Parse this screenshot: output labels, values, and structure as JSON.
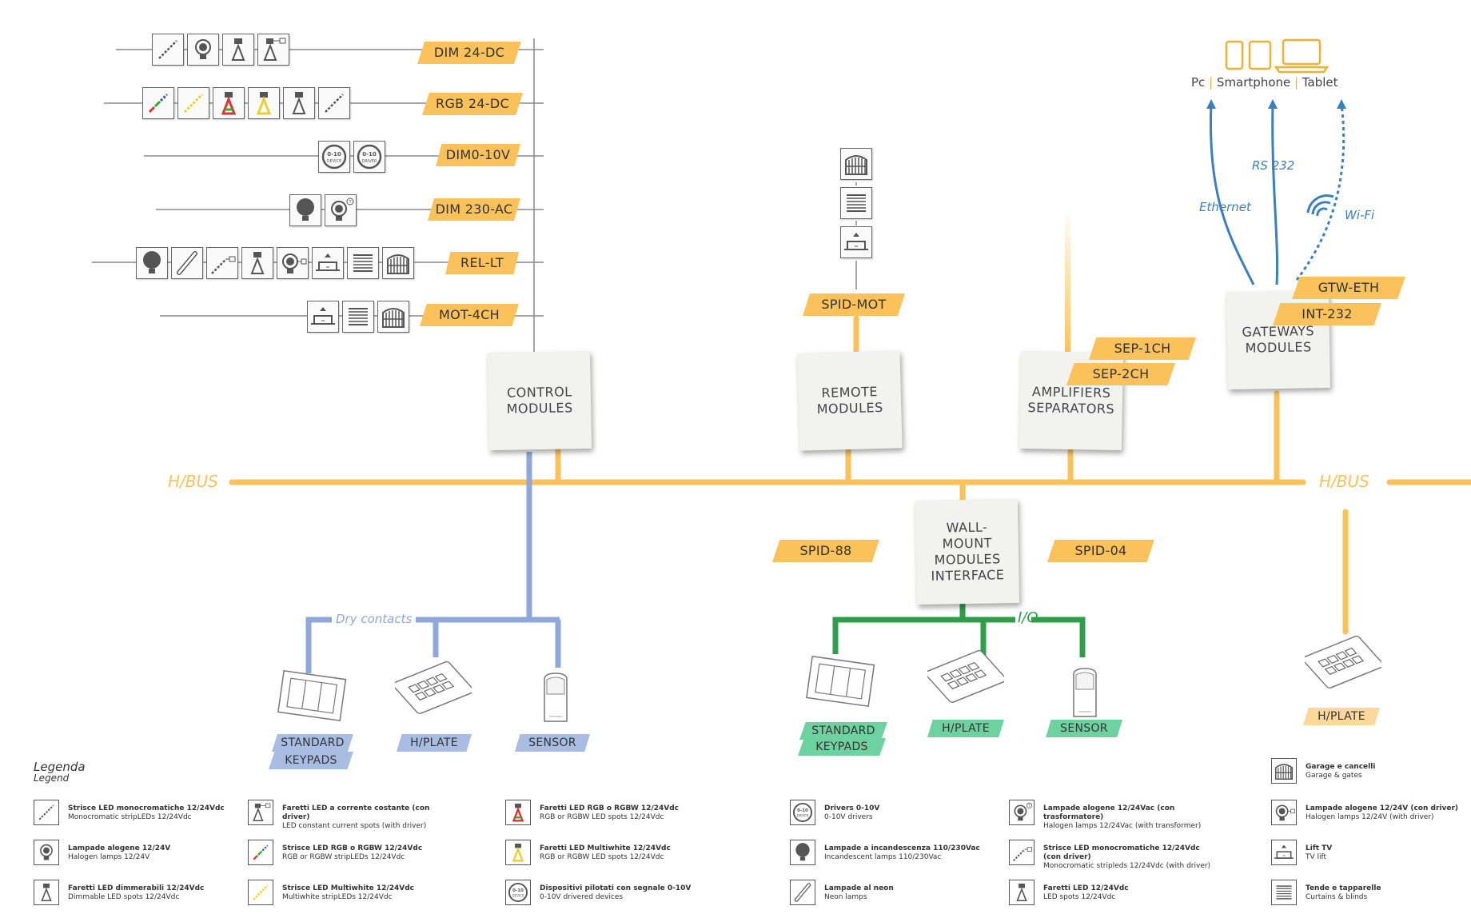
{
  "colors": {
    "hbus": "#fbc25c",
    "dry_contacts": "#8fa8d9",
    "io": "#2f9e4a",
    "network": "#3a7fc0",
    "grey_line": "#8a8a8a"
  },
  "bus": {
    "left_label": "H/BUS",
    "right_label": "H/BUS"
  },
  "control_outputs": [
    {
      "label": "DIM 24-DC",
      "icons": [
        "led-strip-icon",
        "halogen-lamp-icon",
        "dimmable-spot-icon",
        "led-constant-spot-icon"
      ]
    },
    {
      "label": "RGB 24-DC",
      "icons": [
        "rgb-strip-icon",
        "multiwhite-strip-icon",
        "rgb-spot-icon",
        "multiwhite-spot-icon",
        "dimmable-spot-icon",
        "led-strip-icon"
      ]
    },
    {
      "label": "DIM0-10V",
      "icons": [
        "device-0-10-icon",
        "driver-0-10-icon"
      ]
    },
    {
      "label": "DIM 230-AC",
      "icons": [
        "incandescent-lamp-icon",
        "halogen-transformer-icon"
      ]
    },
    {
      "label": "REL-LT",
      "icons": [
        "incandescent-lamp-icon",
        "neon-lamp-icon",
        "led-strip-driver-icon",
        "dimmable-spot-icon",
        "halogen-driver-icon",
        "tv-lift-icon",
        "curtains-icon",
        "garage-gate-icon"
      ]
    },
    {
      "label": "MOT-4CH",
      "icons": [
        "tv-lift-icon",
        "curtains-icon",
        "garage-gate-icon"
      ]
    }
  ],
  "modules": {
    "control": "CONTROL MODULES",
    "remote": "REMOTE MODULES",
    "amplifiers": "AMPLIFIERS SEPARATORS",
    "gateways": "GATEWAYS MODULES",
    "wallmount": "WALL-MOUNT MODULES INTERFACE"
  },
  "tags": {
    "spid_mot": "SPID-MOT",
    "sep_1ch": "SEP-1CH",
    "sep_2ch": "SEP-2CH",
    "gtw_eth": "GTW-ETH",
    "int_232": "INT-232",
    "spid_88": "SPID-88",
    "spid_04": "SPID-04"
  },
  "remote_icons": [
    "garage-gate-icon",
    "curtains-icon",
    "tv-lift-icon"
  ],
  "network": {
    "devices_label_pc": "Pc",
    "devices_label_smartphone": "Smartphone",
    "devices_label_tablet": "Tablet",
    "ethernet": "Ethernet",
    "rs232": "RS 232",
    "wifi": "Wi-Fi"
  },
  "dry_contacts": {
    "label": "Dry contacts",
    "items": [
      "STANDARD KEYPADS",
      "H/PLATE",
      "SENSOR"
    ],
    "standard_line1": "STANDARD",
    "standard_line2": "KEYPADS"
  },
  "io": {
    "label": "I/O",
    "items": [
      "STANDARD KEYPADS",
      "H/PLATE",
      "SENSOR"
    ],
    "standard_line1": "STANDARD",
    "standard_line2": "KEYPADS"
  },
  "standalone_hplate": "H/PLATE",
  "legend": {
    "title_it": "Legenda",
    "title_en": "Legend",
    "items": [
      {
        "icon": "led-strip-icon",
        "it": "Strisce LED monocromatiche 12/24Vdc",
        "en": "Monocromatic stripLEDs 12/24Vdc"
      },
      {
        "icon": "halogen-lamp-icon",
        "it": "Lampade alogene 12/24V",
        "en": "Halogen lamps 12/24V"
      },
      {
        "icon": "dimmable-spot-icon",
        "it": "Faretti LED dimmerabili 12/24Vdc",
        "en": "Dimmable LED spots 12/24Vdc"
      },
      {
        "icon": "led-constant-spot-icon",
        "it": "Faretti LED a corrente costante (con driver)",
        "en": "LED constant current spots (with driver)"
      },
      {
        "icon": "rgb-strip-icon",
        "it": "Strisce LED RGB o RGBW 12/24Vdc",
        "en": "RGB or RGBW stripLEDs 12/24Vdc"
      },
      {
        "icon": "multiwhite-strip-icon",
        "it": "Strisce LED Multiwhite 12/24Vdc",
        "en": "Multiwhite stripLEDs 12/24Vdc"
      },
      {
        "icon": "rgb-spot-icon",
        "it": "Faretti LED RGB o RGBW 12/24Vdc",
        "en": "RGB or RGBW LED spots 12/24Vdc"
      },
      {
        "icon": "multiwhite-spot-icon",
        "it": "Faretti LED Multiwhite 12/24Vdc",
        "en": "RGB or RGBW LED spots 12/24Vdc"
      },
      {
        "icon": "device-0-10-icon",
        "it": "Dispositivi pilotati con segnale 0-10V",
        "en": "0-10V drivered devices"
      },
      {
        "icon": "driver-0-10-icon",
        "it": "Drivers 0-10V",
        "en": "0-10V drivers"
      },
      {
        "icon": "incandescent-lamp-icon",
        "it": "Lampade a incandescenza 110/230Vac",
        "en": "Incandescent lamps 110/230Vac"
      },
      {
        "icon": "neon-lamp-icon",
        "it": "Lampade al neon",
        "en": "Neon lamps"
      },
      {
        "icon": "halogen-transformer-icon",
        "it": "Lampade alogene 12/24Vac (con trasformatore)",
        "en": "Halogen lamps 12/24Vac (with transformer)"
      },
      {
        "icon": "led-strip-driver-icon",
        "it": "Strisce LED monocromatiche 12/24Vdc (con driver)",
        "en": "Monocromatic stripleds 12/24Vdc (with driver)"
      },
      {
        "icon": "dimmable-spot-icon",
        "it": "Faretti LED 12/24Vdc",
        "en": "LED spots 12/24Vdc"
      },
      {
        "icon": "garage-gate-icon",
        "it": "Garage e cancelli",
        "en": "Garage & gates"
      },
      {
        "icon": "halogen-driver-icon",
        "it": "Lampade alogene 12/24V (con driver)",
        "en": "Halogen lamps 12/24V (with driver)"
      },
      {
        "icon": "tv-lift-icon",
        "it": "Lift TV",
        "en": "TV lift"
      },
      {
        "icon": "curtains-icon",
        "it": "Tende e tapparelle",
        "en": "Curtains & blinds"
      }
    ]
  }
}
